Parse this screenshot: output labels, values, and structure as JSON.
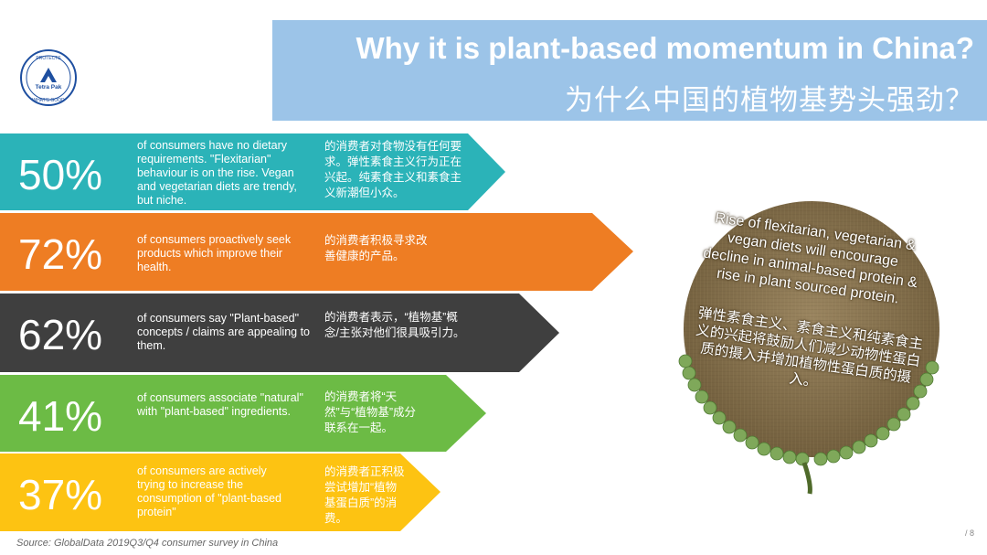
{
  "title": {
    "en": "Why it is plant-based momentum in China?",
    "zh": "为什么中国的植物基势头强劲？"
  },
  "logo": {
    "top_text": "PROTECTS",
    "brand": "Tetra Pak",
    "bottom_text": "WHAT'S GOOD"
  },
  "stats": [
    {
      "percent": "50%",
      "en": "of consumers have no dietary requirements. \"Flexitarian\" behaviour is on the rise. Vegan and vegetarian diets are trendy, but niche.",
      "zh": "的消费者对食物没有任何要求。弹性素食主义行为正在兴起。纯素食主义和素食主义新潮但小众。",
      "color": "#2bb3b8"
    },
    {
      "percent": "72%",
      "en": "of consumers proactively seek products which improve their health.",
      "zh": "的消费者积极寻求改善健康的产品。",
      "color": "#ee7d23"
    },
    {
      "percent": "62%",
      "en": "of consumers say \"Plant-based\" concepts / claims are appealing to them.",
      "zh": "的消费者表示，“植物基”概念/主张对他们很具吸引力。",
      "color": "#3f3f3f"
    },
    {
      "percent": "41%",
      "en": "of consumers associate \"natural\" with \"plant-based\" ingredients.",
      "zh": "的消费者将“天然”与“植物基”成分联系在一起。",
      "color": "#6cbb45"
    },
    {
      "percent": "37%",
      "en": "of consumers are actively trying to increase the consumption of \"plant-based protein\"",
      "zh": "的消费者正积极尝试增加“植物基蛋白质”的消费。",
      "color": "#fdc312"
    }
  ],
  "circle": {
    "en": "Rise of flexitarian, vegetarian & vegan diets will encourage decline in animal-based protein & rise in plant sourced protein.",
    "zh": "弹性素食主义、素食主义和纯素食主义的兴起将鼓励人们减少动物性蛋白质的摄入并增加植物性蛋白质的摄入。",
    "bg_color": "#8a7650",
    "pea_color": "#7fa85a"
  },
  "source": "Source: GlobalData 2019Q3/Q4 consumer survey in China",
  "page_number": "/ 8"
}
